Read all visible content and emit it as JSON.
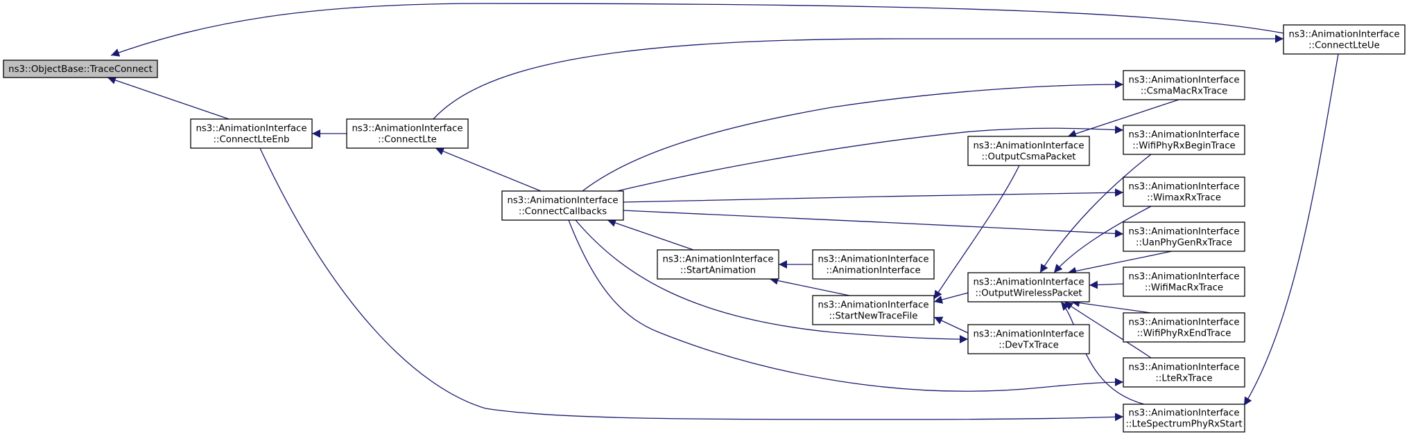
{
  "nodes": [
    {
      "id": "trace_connect",
      "lines": [
        "ns3::ObjectBase::TraceConnect"
      ],
      "root": true
    },
    {
      "id": "connect_lte_enb",
      "lines": [
        "ns3::AnimationInterface",
        "::ConnectLteEnb"
      ]
    },
    {
      "id": "connect_lte",
      "lines": [
        "ns3::AnimationInterface",
        "::ConnectLte"
      ]
    },
    {
      "id": "connect_callbacks",
      "lines": [
        "ns3::AnimationInterface",
        "::ConnectCallbacks"
      ]
    },
    {
      "id": "start_animation",
      "lines": [
        "ns3::AnimationInterface",
        "::StartAnimation"
      ]
    },
    {
      "id": "animation_interface",
      "lines": [
        "ns3::AnimationInterface",
        "::AnimationInterface"
      ]
    },
    {
      "id": "start_new_trace_file",
      "lines": [
        "ns3::AnimationInterface",
        "::StartNewTraceFile"
      ]
    },
    {
      "id": "output_csma_packet",
      "lines": [
        "ns3::AnimationInterface",
        "::OutputCsmaPacket"
      ]
    },
    {
      "id": "output_wireless_packet",
      "lines": [
        "ns3::AnimationInterface",
        "::OutputWirelessPacket"
      ]
    },
    {
      "id": "dev_tx_trace",
      "lines": [
        "ns3::AnimationInterface",
        "::DevTxTrace"
      ]
    },
    {
      "id": "connect_lte_ue",
      "lines": [
        "ns3::AnimationInterface",
        "::ConnectLteUe"
      ]
    },
    {
      "id": "csma_mac_rx_trace",
      "lines": [
        "ns3::AnimationInterface",
        "::CsmaMacRxTrace"
      ]
    },
    {
      "id": "wifi_phy_rx_begin_trace",
      "lines": [
        "ns3::AnimationInterface",
        "::WifiPhyRxBeginTrace"
      ]
    },
    {
      "id": "wimax_rx_trace",
      "lines": [
        "ns3::AnimationInterface",
        "::WimaxRxTrace"
      ]
    },
    {
      "id": "uan_phy_gen_rx_trace",
      "lines": [
        "ns3::AnimationInterface",
        "::UanPhyGenRxTrace"
      ]
    },
    {
      "id": "wifi_mac_rx_trace",
      "lines": [
        "ns3::AnimationInterface",
        "::WifiMacRxTrace"
      ]
    },
    {
      "id": "wifi_phy_rx_end_trace",
      "lines": [
        "ns3::AnimationInterface",
        "::WifiPhyRxEndTrace"
      ]
    },
    {
      "id": "lte_rx_trace",
      "lines": [
        "ns3::AnimationInterface",
        "::LteRxTrace"
      ]
    },
    {
      "id": "lte_spectrum_phy_rx_start",
      "lines": [
        "ns3::AnimationInterface",
        "::LteSpectrumPhyRxStart"
      ]
    }
  ],
  "edges": [
    {
      "from": "connect_lte_enb",
      "to": "trace_connect"
    },
    {
      "from": "connect_lte_ue",
      "to": "trace_connect"
    },
    {
      "from": "connect_lte",
      "to": "connect_lte_enb"
    },
    {
      "from": "connect_callbacks",
      "to": "connect_lte"
    },
    {
      "from": "start_animation",
      "to": "connect_callbacks"
    },
    {
      "from": "start_new_trace_file",
      "to": "start_animation"
    },
    {
      "from": "animation_interface",
      "to": "start_animation"
    },
    {
      "from": "output_wireless_packet",
      "to": "start_new_trace_file"
    },
    {
      "from": "output_csma_packet",
      "to": "start_new_trace_file"
    },
    {
      "from": "dev_tx_trace",
      "to": "start_new_trace_file"
    },
    {
      "from": "connect_lte",
      "to": "connect_lte_ue"
    },
    {
      "from": "connect_lte_enb",
      "to": "lte_spectrum_phy_rx_start"
    },
    {
      "from": "connect_lte_ue",
      "to": "lte_spectrum_phy_rx_start"
    },
    {
      "from": "connect_callbacks",
      "to": "csma_mac_rx_trace"
    },
    {
      "from": "connect_callbacks",
      "to": "wifi_phy_rx_begin_trace"
    },
    {
      "from": "connect_callbacks",
      "to": "wimax_rx_trace"
    },
    {
      "from": "connect_callbacks",
      "to": "uan_phy_gen_rx_trace"
    },
    {
      "from": "connect_callbacks",
      "to": "dev_tx_trace"
    },
    {
      "from": "connect_callbacks",
      "to": "lte_rx_trace"
    },
    {
      "from": "csma_mac_rx_trace",
      "to": "output_csma_packet"
    },
    {
      "from": "wifi_phy_rx_begin_trace",
      "to": "output_wireless_packet"
    },
    {
      "from": "wimax_rx_trace",
      "to": "output_wireless_packet"
    },
    {
      "from": "uan_phy_gen_rx_trace",
      "to": "output_wireless_packet"
    },
    {
      "from": "wifi_mac_rx_trace",
      "to": "output_wireless_packet"
    },
    {
      "from": "wifi_phy_rx_end_trace",
      "to": "output_wireless_packet"
    },
    {
      "from": "lte_rx_trace",
      "to": "output_wireless_packet"
    },
    {
      "from": "lte_spectrum_phy_rx_start",
      "to": "output_wireless_packet"
    }
  ],
  "colors": {
    "edge": "#191970",
    "node_border": "#000000",
    "node_fill": "#ffffff",
    "root_fill": "#bfbfbf"
  }
}
